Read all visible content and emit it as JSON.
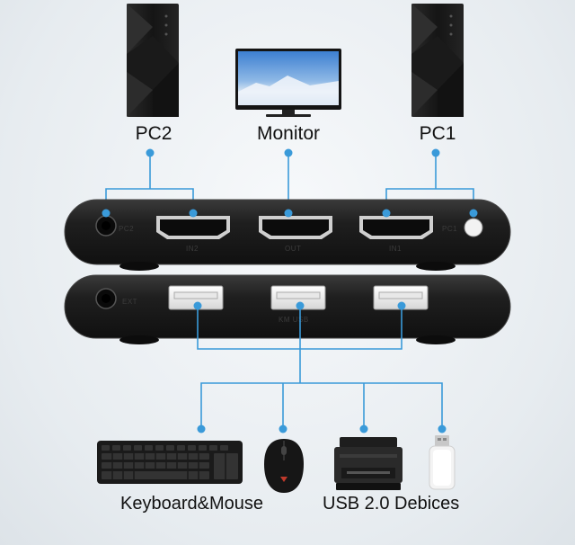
{
  "devices": {
    "pc2": {
      "label": "PC2"
    },
    "monitor": {
      "label": "Monitor"
    },
    "pc1": {
      "label": "PC1"
    }
  },
  "switch_unit": {
    "front_ports": {
      "in2": "IN2",
      "out": "OUT",
      "in1": "IN1",
      "left_jack": "PC2",
      "right_jack": "PC1"
    },
    "rear_ports": {
      "jack": "EXT",
      "usb_group": "KM USB"
    }
  },
  "peripherals": {
    "keyboard_mouse_label": "Keyboard&Mouse",
    "usb_devices_label": "USB 2.0 Debices"
  },
  "colors": {
    "connector": "#3a9ad9",
    "device_body": "#1c1c1c",
    "background": "#eef1f4"
  }
}
